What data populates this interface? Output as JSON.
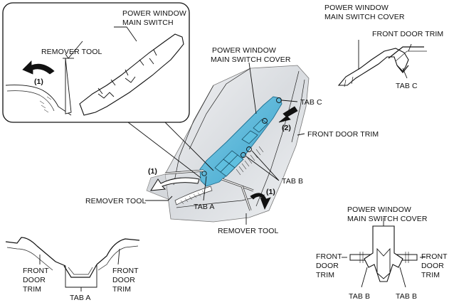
{
  "labels": {
    "inset_main_switch": [
      "POWER WINDOW",
      "MAIN SWITCH"
    ],
    "inset_remover_tool": "REMOVER TOOL",
    "step_1": "(1)",
    "step_2": "(2)",
    "main_cover": [
      "POWER WINDOW",
      "MAIN SWITCH COVER"
    ],
    "tab_a": "TAB A",
    "tab_b": "TAB B",
    "tab_c": "TAB C",
    "front_door_trim": "FRONT DOOR TRIM",
    "remover_tool": "REMOVER TOOL",
    "front_door_trim_stack": [
      "FRONT",
      "DOOR",
      "TRIM"
    ]
  },
  "colors": {
    "cover_fill": "#4fb4d8",
    "trim_fill": "#e4e6e9",
    "trim_dark": "#c3c7cc",
    "ink": "#111111"
  },
  "icons": {
    "arrow": "curved-arrow-icon",
    "push_arrow": "push-arrow-icon",
    "tab_marker": "tab-circle-icon"
  }
}
